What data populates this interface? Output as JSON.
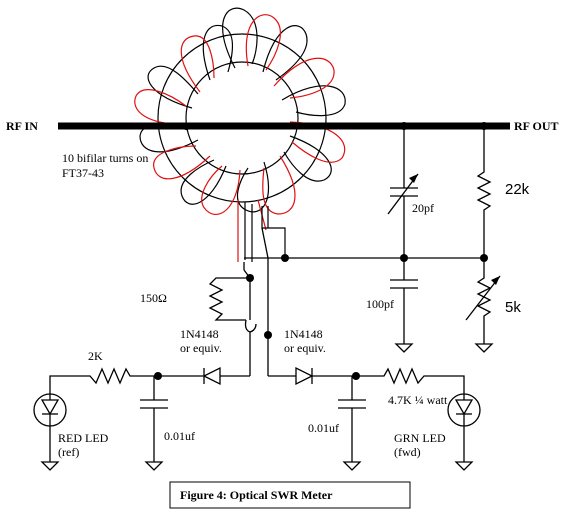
{
  "labels": {
    "rf_in": "RF IN",
    "rf_out": "RF OUT",
    "toroid_line1": "10 bifilar turns on",
    "toroid_line2": "FT37-43",
    "c_var": "20pf",
    "r_22k": "22k",
    "c_100pf": "100pf",
    "pot_5k": "5k",
    "r_150": "150Ω",
    "diode_left_line1": "1N4148",
    "diode_left_line2": "or equiv.",
    "diode_right_line1": "1N4148",
    "diode_right_line2": "or equiv.",
    "r_2k": "2K",
    "r_47k": "4.7K ¼ watt",
    "c_left": "0.01uf",
    "c_right": "0.01uf",
    "red_led_line1": "RED LED",
    "red_led_line2": "(ref)",
    "grn_led_line1": "GRN LED",
    "grn_led_line2": "(fwd)",
    "caption": "Figure 4:  Optical SWR Meter"
  }
}
